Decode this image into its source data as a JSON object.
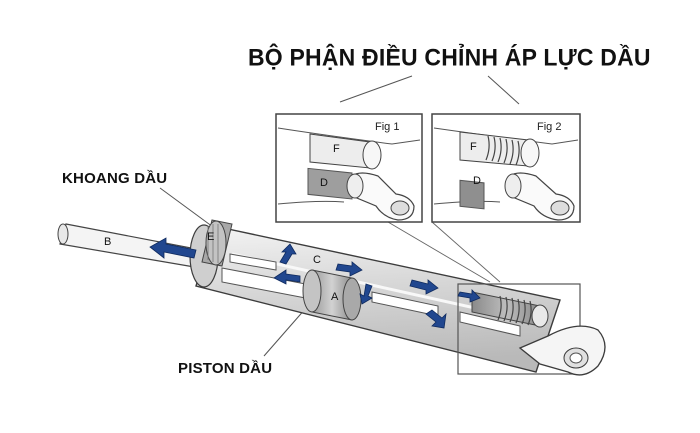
{
  "title": "BỘ PHẬN ĐIỀU CHỈNH ÁP LỰC DẦU",
  "callouts": {
    "oil_chamber": "KHOANG DẦU",
    "oil_piston": "PISTON DẦU"
  },
  "figures": {
    "fig1": {
      "caption": "Fig 1",
      "letter_f": "F",
      "letter_d": "D"
    },
    "fig2": {
      "caption": "Fig 2",
      "letter_f": "F",
      "letter_d": "D"
    }
  },
  "parts": {
    "a": "A",
    "b": "B",
    "c": "C",
    "e": "E"
  },
  "colors": {
    "arrow": "#21478f",
    "body": "#dcdcdc",
    "outline": "#3c3c3c"
  }
}
